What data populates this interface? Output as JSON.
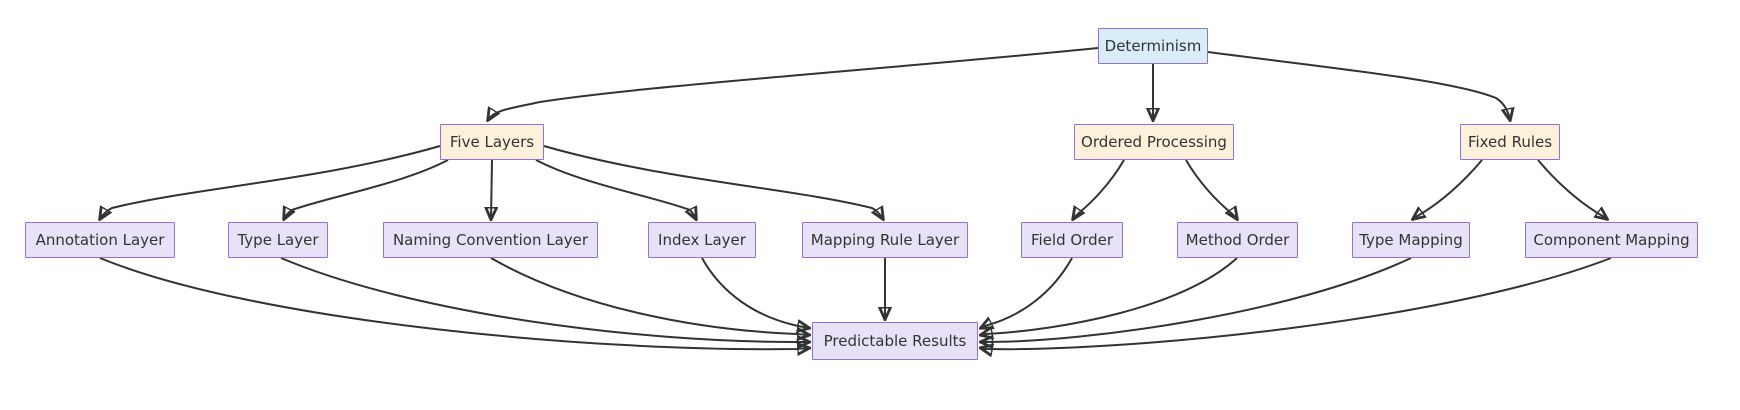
{
  "diagram": {
    "type": "flowchart",
    "direction": "top-down",
    "colors": {
      "background": "#ffffff",
      "node_border": "#9370db",
      "root_fill": "#d9edf8",
      "branch_fill": "#fdf1dc",
      "leaf_fill": "#e7e2f8",
      "edge": "#333333",
      "text": "#333333"
    },
    "nodes": [
      {
        "id": "determinism",
        "label": "Determinism"
      },
      {
        "id": "five_layers",
        "label": "Five Layers"
      },
      {
        "id": "ordered_processing",
        "label": "Ordered Processing"
      },
      {
        "id": "fixed_rules",
        "label": "Fixed Rules"
      },
      {
        "id": "annotation_layer",
        "label": "Annotation Layer"
      },
      {
        "id": "type_layer",
        "label": "Type Layer"
      },
      {
        "id": "naming_convention_layer",
        "label": "Naming Convention Layer"
      },
      {
        "id": "index_layer",
        "label": "Index Layer"
      },
      {
        "id": "mapping_rule_layer",
        "label": "Mapping Rule Layer"
      },
      {
        "id": "field_order",
        "label": "Field Order"
      },
      {
        "id": "method_order",
        "label": "Method Order"
      },
      {
        "id": "type_mapping",
        "label": "Type Mapping"
      },
      {
        "id": "component_mapping",
        "label": "Component Mapping"
      },
      {
        "id": "predictable_results",
        "label": "Predictable Results"
      }
    ],
    "edges": [
      [
        "determinism",
        "five_layers"
      ],
      [
        "determinism",
        "ordered_processing"
      ],
      [
        "determinism",
        "fixed_rules"
      ],
      [
        "five_layers",
        "annotation_layer"
      ],
      [
        "five_layers",
        "type_layer"
      ],
      [
        "five_layers",
        "naming_convention_layer"
      ],
      [
        "five_layers",
        "index_layer"
      ],
      [
        "five_layers",
        "mapping_rule_layer"
      ],
      [
        "ordered_processing",
        "field_order"
      ],
      [
        "ordered_processing",
        "method_order"
      ],
      [
        "fixed_rules",
        "type_mapping"
      ],
      [
        "fixed_rules",
        "component_mapping"
      ],
      [
        "annotation_layer",
        "predictable_results"
      ],
      [
        "type_layer",
        "predictable_results"
      ],
      [
        "naming_convention_layer",
        "predictable_results"
      ],
      [
        "index_layer",
        "predictable_results"
      ],
      [
        "mapping_rule_layer",
        "predictable_results"
      ],
      [
        "field_order",
        "predictable_results"
      ],
      [
        "method_order",
        "predictable_results"
      ],
      [
        "type_mapping",
        "predictable_results"
      ],
      [
        "component_mapping",
        "predictable_results"
      ]
    ]
  }
}
